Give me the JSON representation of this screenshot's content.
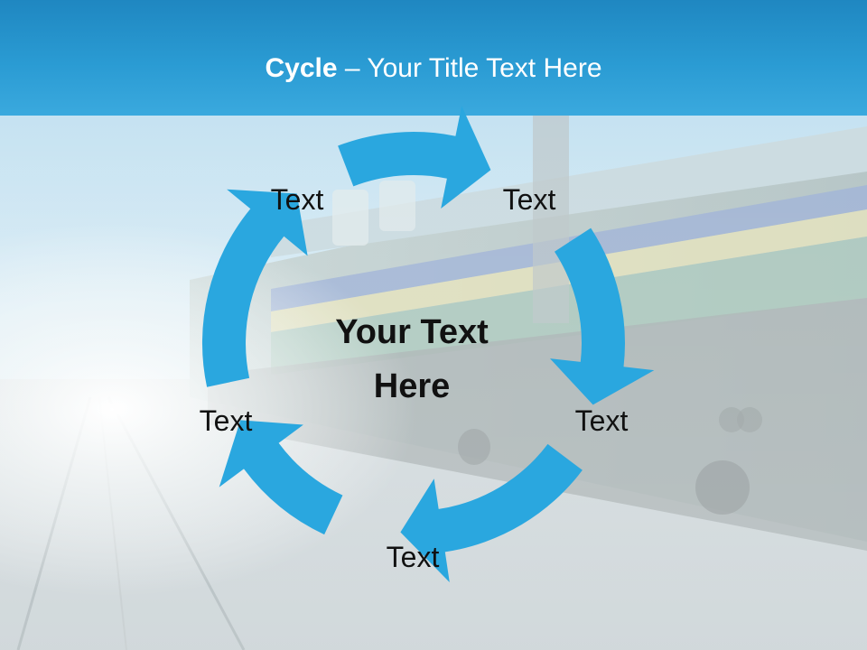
{
  "slide": {
    "title_bold": "Cycle",
    "title_rest": " – Your Title Text Here"
  },
  "cycle": {
    "center_text": [
      "Your Text",
      "Here"
    ],
    "nodes": [
      "Text",
      "Text",
      "Text",
      "Text",
      "Text"
    ],
    "arrow_color": "#2aa7df",
    "header_color": "#2a9bd3"
  }
}
